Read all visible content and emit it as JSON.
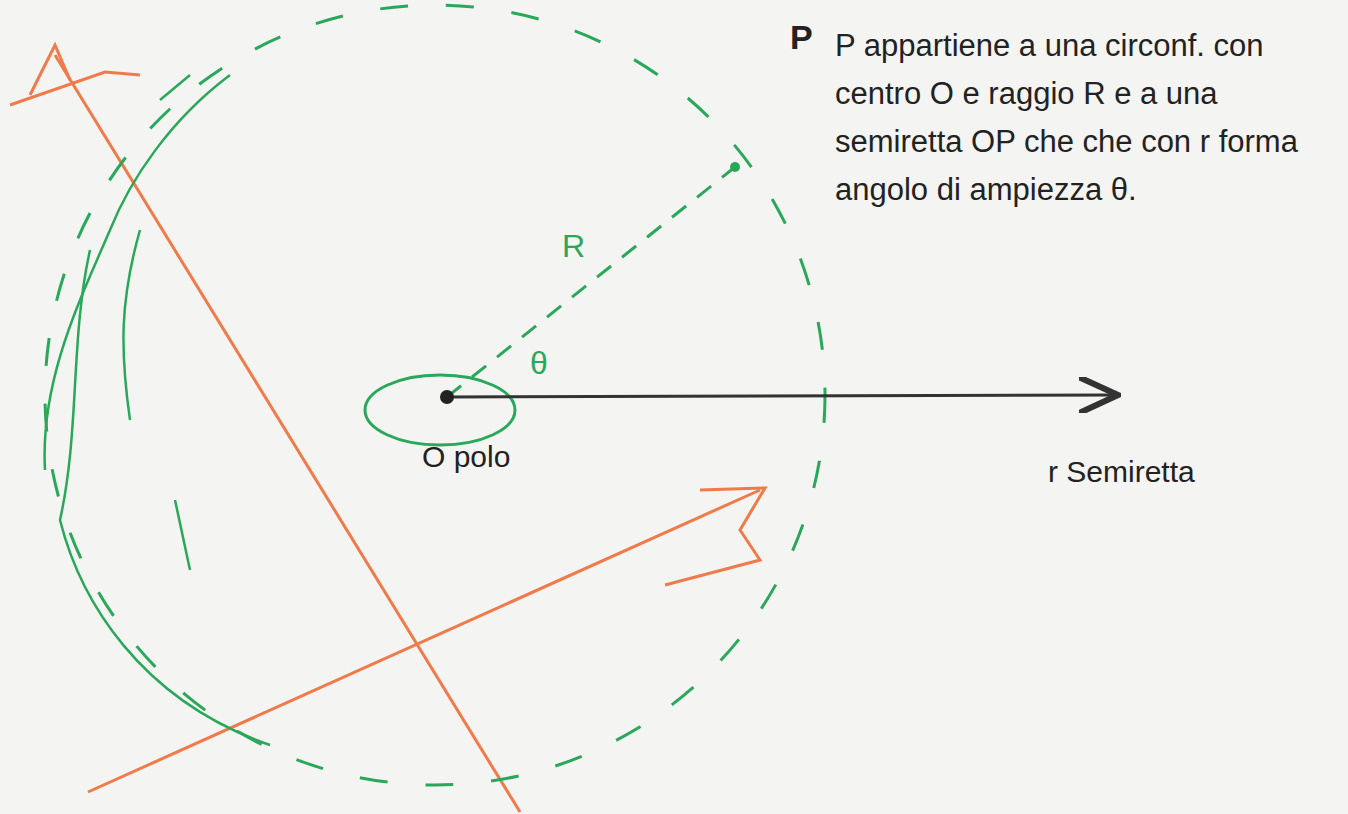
{
  "diagram": {
    "labels": [
      "P",
      "P appartiene a una circonf. con centro O e raggio R e a una semiretta OP che che con r forma angolo di ampiezza θ.",
      "R",
      "θ",
      "O polo",
      "r Semiretta"
    ]
  }
}
